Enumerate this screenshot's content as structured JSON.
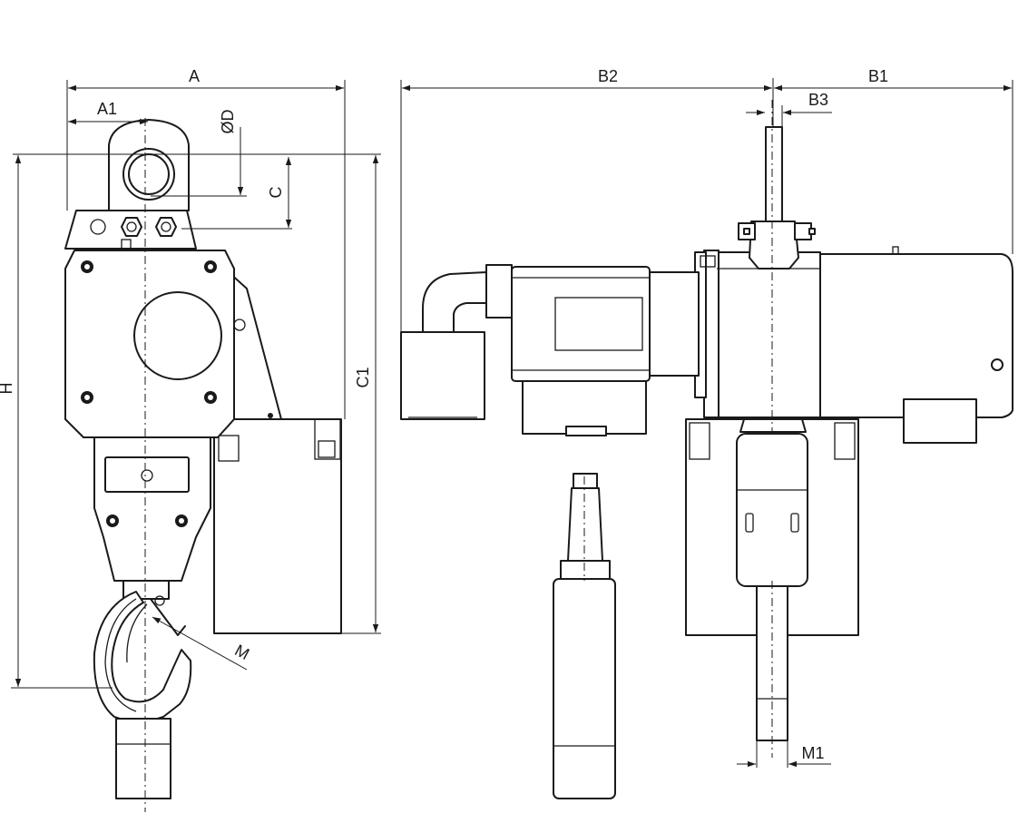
{
  "diagram": {
    "dimension_labels": {
      "A": "A",
      "A1": "A1",
      "D": "ØD",
      "C": "C",
      "H": "H",
      "C1": "C1",
      "M": "M",
      "B1": "B1",
      "B2": "B2",
      "B3": "B3",
      "M1": "M1"
    },
    "views": [
      "front-view",
      "side-view",
      "pendant-control"
    ]
  }
}
